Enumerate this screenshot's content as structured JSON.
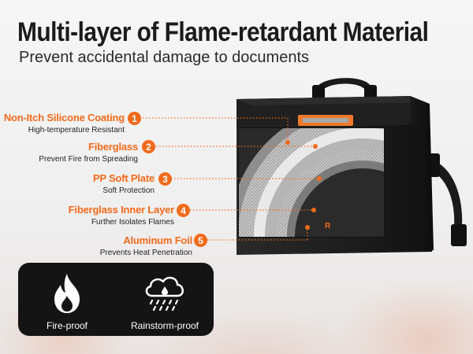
{
  "header": {
    "title": "Multi-layer of Flame-retardant Material",
    "subtitle": "Prevent accidental damage to documents"
  },
  "callouts": [
    {
      "number": "1",
      "name": "Non-Itch Silicone Coating",
      "desc": "High-temperature Resistant"
    },
    {
      "number": "2",
      "name": "Fiberglass",
      "desc": "Prevent Fire from Spreading"
    },
    {
      "number": "3",
      "name": "PP Soft Plate",
      "desc": "Soft Protection"
    },
    {
      "number": "4",
      "name": "Fiberglass Inner Layer",
      "desc": "Further Isolates Flames"
    },
    {
      "number": "5",
      "name": "Aluminum Foil",
      "desc": "Prevents Heat Penetration"
    }
  ],
  "features": [
    {
      "label": "Fire-proof",
      "icon": "flame-icon"
    },
    {
      "label": "Rainstorm-proof",
      "icon": "rain-cloud-icon"
    }
  ],
  "colors": {
    "accent": "#f26a1b",
    "bag": "#1e1e1e",
    "panel": "#141414"
  }
}
